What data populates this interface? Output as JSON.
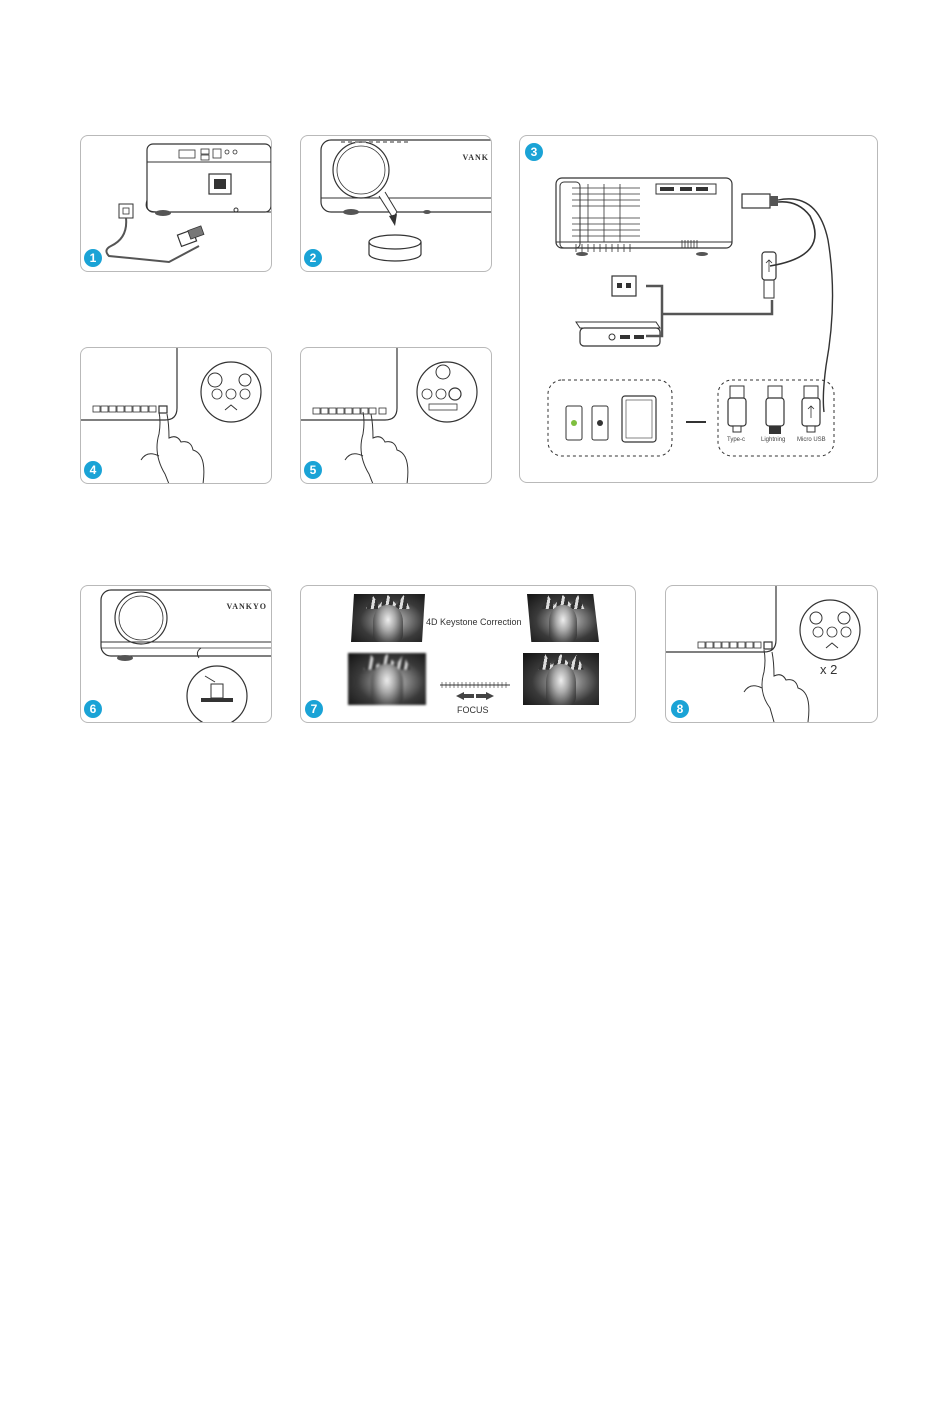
{
  "steps": [
    {
      "number": "1"
    },
    {
      "number": "2"
    },
    {
      "number": "3"
    },
    {
      "number": "4"
    },
    {
      "number": "5"
    },
    {
      "number": "6"
    },
    {
      "number": "7"
    },
    {
      "number": "8"
    }
  ],
  "step2": {
    "brand": "VANK"
  },
  "step3": {
    "cable_labels": [
      "Type-c",
      "Lightning",
      "Micro USB"
    ]
  },
  "step6": {
    "brand": "VANKYO"
  },
  "step7": {
    "keystone_label": "4D Keystone Correction",
    "focus_label": "FOCUS"
  },
  "step8": {
    "press_count": "x 2"
  },
  "colors": {
    "badge": "#1aa3d6",
    "border": "#b9b9b9",
    "line": "#333333"
  }
}
